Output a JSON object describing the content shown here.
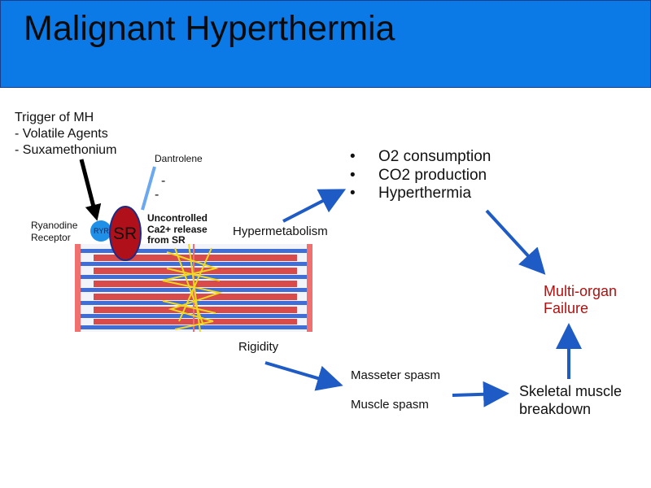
{
  "title": "Malignant Hyperthermia",
  "trigger": {
    "heading": "Trigger of MH",
    "items": [
      "- Volatile Agents",
      "- Suxamethonium"
    ]
  },
  "dantrolene": "Dantrolene",
  "minus_signs": [
    "-",
    "-"
  ],
  "ryanodine": [
    "Ryanodine",
    "Receptor"
  ],
  "ryr": "RYR",
  "sr": "SR",
  "ca_release": [
    "Uncontrolled",
    "Ca2+ release",
    "from SR"
  ],
  "hypermetabolism": "Hypermetabolism",
  "effects": [
    "O2 consumption",
    "CO2 production",
    "Hyperthermia"
  ],
  "bullet_char": "•",
  "multi_organ": [
    "Multi-organ",
    "Failure"
  ],
  "rigidity": "Rigidity",
  "masseter": "Masseter spasm",
  "muscle_spasm": "Muscle spasm",
  "skeletal": [
    "Skeletal muscle",
    "breakdown"
  ],
  "colors": {
    "header": "#0b7ae6",
    "arrow": "#1f5bc4",
    "sr_fill": "#b0101a",
    "ryr_fill": "#1e90e8",
    "failure_text": "#b01010"
  }
}
